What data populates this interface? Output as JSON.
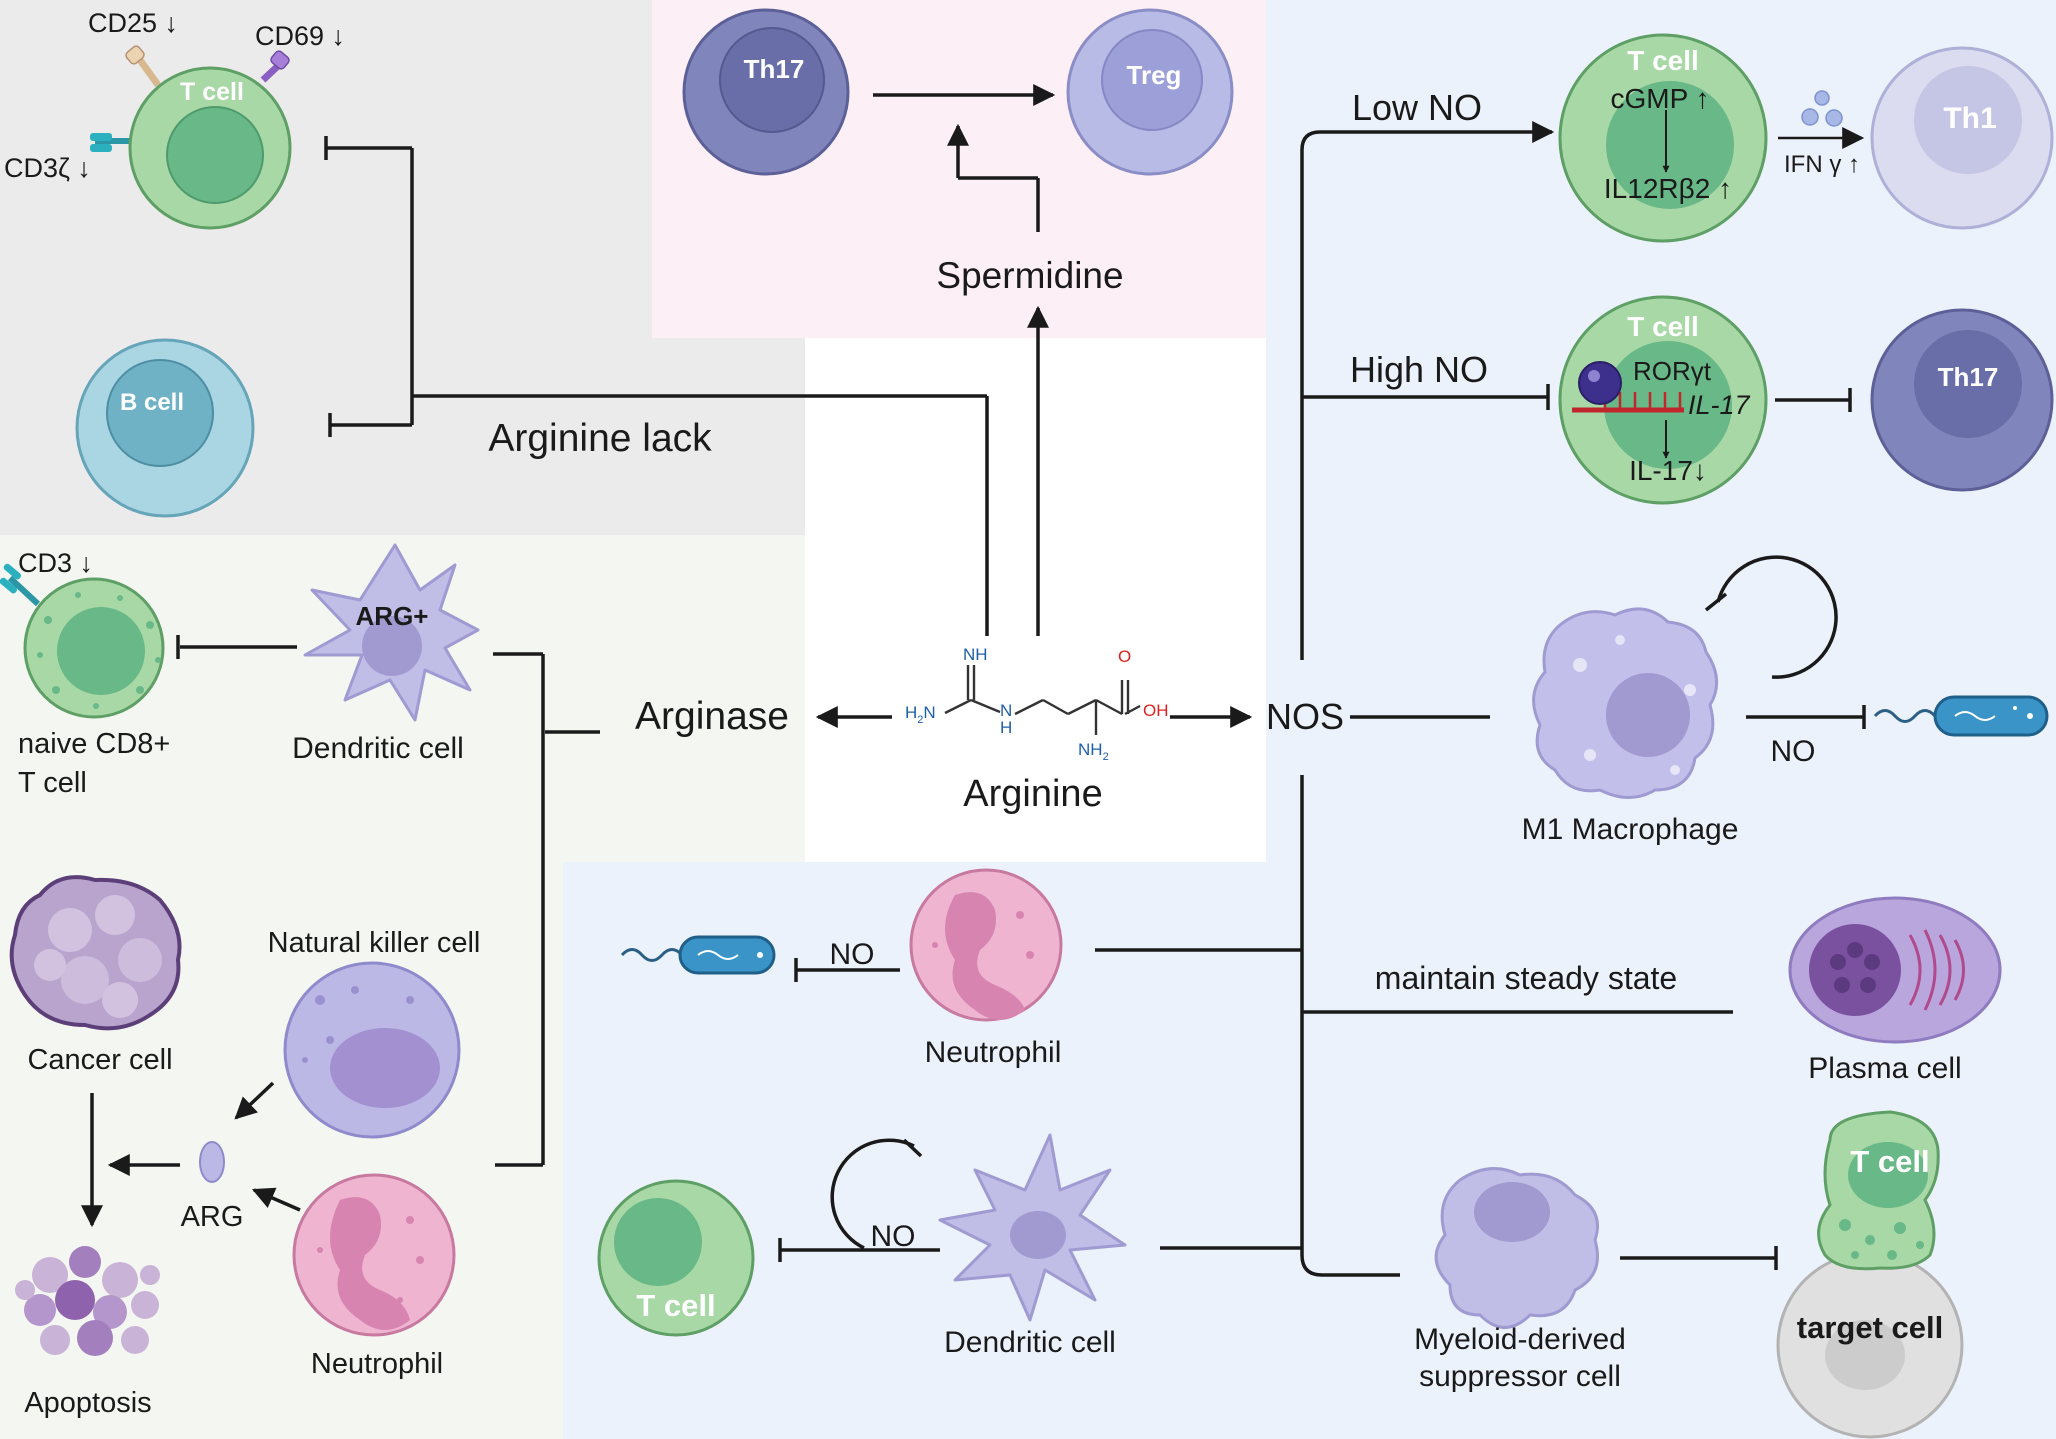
{
  "arginine": {
    "label": "Arginine",
    "nh": "NH",
    "h2n": "H",
    "h2nsub": "2",
    "hn": "N",
    "h": "H",
    "o": "O",
    "oh": "OH",
    "nh2": "NH",
    "nh2sub": "2"
  },
  "spermidine": "Spermidine",
  "arginase": "Arginase",
  "nos": "NOS",
  "arginine_lack": "Arginine lack",
  "top_left": {
    "t_cell": "T cell",
    "cd25": "CD25 ↓",
    "cd69": "CD69 ↓",
    "cd3z": "CD3ζ ↓",
    "b_cell": "B cell"
  },
  "top_center": {
    "th17": "Th17",
    "treg": "Treg"
  },
  "left_mid": {
    "cd3": "CD3 ↓",
    "naive_line1": "naive CD8+",
    "naive_line2": "T cell",
    "arg_plus": "ARG+",
    "dendritic": "Dendritic cell"
  },
  "left_bottom": {
    "cancer": "Cancer cell",
    "nk": "Natural killer cell",
    "arg": "ARG",
    "neutrophil": "Neutrophil",
    "apoptosis": "Apoptosis"
  },
  "right": {
    "low_no": "Low NO",
    "high_no": "High NO",
    "tcell1": "T cell",
    "cgmp": "cGMP ↑",
    "il12": "IL12Rβ2 ↑",
    "ifn": "IFN γ ↑",
    "th1": "Th1",
    "tcell2": "T cell",
    "roryt": "RORγt",
    "il17_gene": "IL-17",
    "il17_down": "IL-17↓",
    "th17": "Th17",
    "no_m1": "NO",
    "m1": "M1 Macrophage",
    "no_neut": "NO",
    "neutrophil": "Neutrophil",
    "steady": "maintain steady state",
    "plasma": "Plasma cell",
    "no_dc": "NO",
    "tcell3": "T cell",
    "dendritic": "Dendritic cell",
    "mdsc_line1": "Myeloid-derived",
    "mdsc_line2": "suppressor cell",
    "tcell4": "T cell",
    "target": "target cell"
  },
  "colors": {
    "bg_gray": "#ebebeb",
    "bg_pink": "#fcf0f6",
    "bg_green": "#f4f7f1",
    "bg_blue": "#ecf2fb",
    "tcell_outer": "#a8d8a6",
    "tcell_inner": "#69b887",
    "bcell_outer": "#a9d6e2",
    "bcell_inner": "#6fb2c6",
    "th17_outer": "#8086bb",
    "th17_inner": "#6a6ea8",
    "treg_outer": "#b8bbe6",
    "treg_inner": "#9c9fd8",
    "th1_outer": "#dcdcf0",
    "th1_inner": "#c5c5e6",
    "dc": "#c0bde6",
    "dc_nuc": "#a09ad0",
    "neut_outer": "#eeb4d0",
    "neut_nuc": "#d884b0",
    "nk_outer": "#bcb8e6",
    "nk_nuc": "#a290d0",
    "plasma_outer": "#b9a6dd",
    "plasma_nuc": "#7a519f",
    "bacteria": "#3a94c8",
    "target_outer": "#e0e0e0",
    "cancer": "#b8a4cc",
    "line": "#1a1a1a",
    "roryt": "#3d2f8c",
    "il17_bar": "#c0262c"
  }
}
